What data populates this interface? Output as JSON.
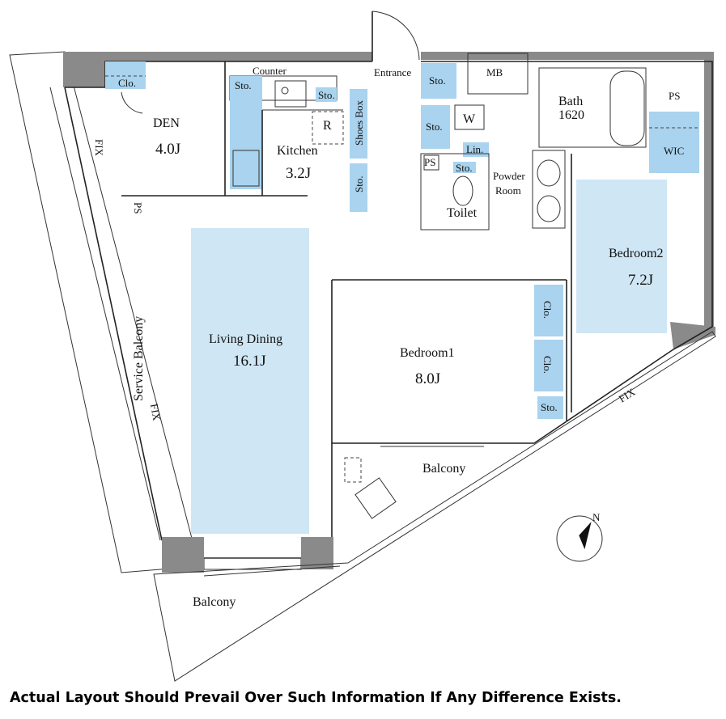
{
  "rooms": {
    "den": {
      "name": "DEN",
      "size": "4.0J"
    },
    "kitchen": {
      "name": "Kitchen",
      "size": "3.2J"
    },
    "living": {
      "name": "Living Dining",
      "size": "16.1J"
    },
    "bedroom1": {
      "name": "Bedroom1",
      "size": "8.0J"
    },
    "bedroom2": {
      "name": "Bedroom2",
      "size": "7.2J"
    },
    "bath": {
      "name": "Bath",
      "size": "1620"
    },
    "powder": {
      "line1": "Powder",
      "line2": "Room"
    },
    "toilet": {
      "name": "Toilet"
    },
    "entrance": {
      "name": "Entrance"
    }
  },
  "labels": {
    "counter": "Counter",
    "clo": "Clo.",
    "sto": "Sto.",
    "shoes_box": "Shoes Box",
    "mb": "MB",
    "ps": "PS",
    "wic": "WIC",
    "w": "W",
    "lin": "Lin.",
    "r": "R",
    "fix": "FIX",
    "service_balcony": "Service Balcony",
    "balcony": "Balcony",
    "north": "N"
  },
  "disclaimer": "Actual Layout Should Prevail Over Such Information If Any Difference Exists."
}
